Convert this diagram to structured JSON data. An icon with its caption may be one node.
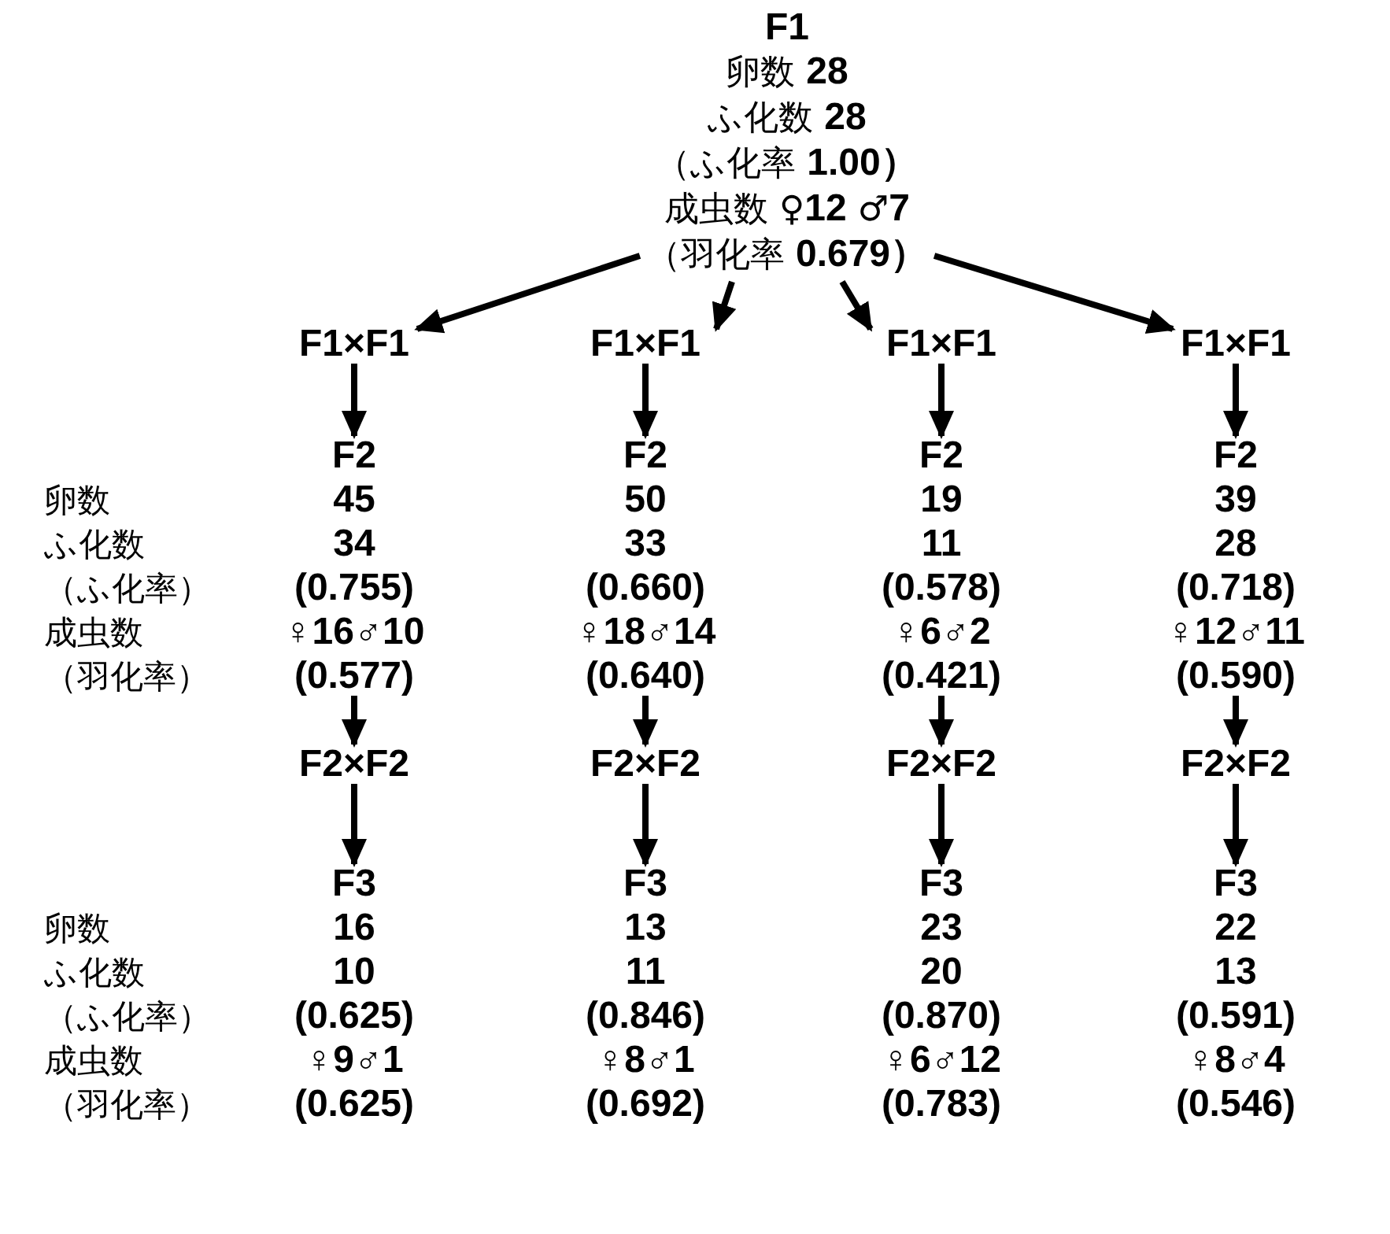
{
  "diagram": {
    "nodes": [
      {
        "text": [
          "F1",
          "卵数 **28**",
          "ふ化数 **28**",
          "（ふ化率 **1.00）**",
          "成虫数 ♀**12** ♂**7**",
          "（羽化率 **0.679）**"
        ]
      },
      {
        "text": [
          "F1×F1"
        ]
      },
      {
        "text": [
          "F1×F1"
        ]
      },
      {
        "text": [
          "F1×F1"
        ]
      },
      {
        "text": [
          "F1×F1"
        ]
      },
      {
        "text": [
          "F2",
          "45",
          "34",
          "(0.755)",
          "♀16♂10",
          "(0.577)"
        ]
      },
      {
        "text": [
          "F2",
          "50",
          "33",
          "(0.660)",
          "♀18♂14",
          "(0.640)"
        ]
      },
      {
        "text": [
          "F2",
          "19",
          "11",
          "(0.578)",
          "♀6♂2",
          "(0.421)"
        ]
      },
      {
        "text": [
          "F2",
          "39",
          "28",
          "(0.718)",
          "♀12♂11",
          "(0.590)"
        ]
      },
      {
        "text": [
          "F2×F2"
        ]
      },
      {
        "text": [
          "F2×F2"
        ]
      },
      {
        "text": [
          "F2×F2"
        ]
      },
      {
        "text": [
          "F2×F2"
        ]
      },
      {
        "text": [
          "F3",
          "16",
          "10",
          "(0.625)",
          "♀9♂1",
          "(0.625)"
        ]
      },
      {
        "text": [
          "F3",
          "13",
          "11",
          "(0.846)",
          "♀8♂1",
          "(0.692)"
        ]
      },
      {
        "text": [
          "F3",
          "23",
          "20",
          "(0.870)",
          "♀6♂12",
          "(0.783)"
        ]
      },
      {
        "text": [
          "F3",
          "22",
          "13",
          "(0.591)",
          "♀8♂4",
          "(0.546)"
        ]
      }
    ],
    "edges": [
      {
        "from": 0,
        "to": 1,
        "arrow": "to"
      },
      {
        "from": 0,
        "to": 2,
        "arrow": "to"
      },
      {
        "from": 0,
        "to": 3,
        "arrow": "to"
      },
      {
        "from": 0,
        "to": 4,
        "arrow": "to"
      },
      {
        "from": 1,
        "to": 5,
        "arrow": "to"
      },
      {
        "from": 2,
        "to": 6,
        "arrow": "to"
      },
      {
        "from": 3,
        "to": 7,
        "arrow": "to"
      },
      {
        "from": 4,
        "to": 8,
        "arrow": "to"
      },
      {
        "from": 5,
        "to": 9,
        "arrow": "to"
      },
      {
        "from": 6,
        "to": 10,
        "arrow": "to"
      },
      {
        "from": 7,
        "to": 11,
        "arrow": "to"
      },
      {
        "from": 8,
        "to": 12,
        "arrow": "to"
      },
      {
        "from": 9,
        "to": 13,
        "arrow": "to"
      },
      {
        "from": 10,
        "to": 14,
        "arrow": "to"
      },
      {
        "from": 11,
        "to": 15,
        "arrow": "to"
      },
      {
        "from": 12,
        "to": 16,
        "arrow": "to"
      }
    ],
    "labels": [
      "卵数",
      "ふ化数",
      "（ふ化率）",
      "成虫数",
      "（羽化率）",
      "卵数",
      "ふ化数",
      "（ふ化率）",
      "成虫数",
      "（羽化率）"
    ]
  }
}
